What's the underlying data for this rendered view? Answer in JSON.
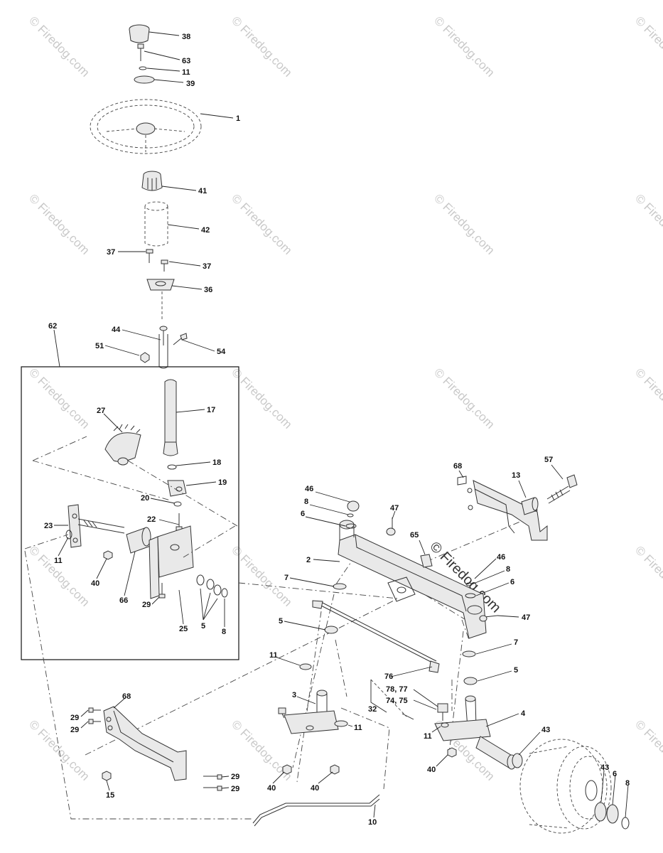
{
  "watermark": "© Firedog.com",
  "callout_labels": {
    "l38": "38",
    "l63": "63",
    "l11a": "11",
    "l39": "39",
    "l1": "1",
    "l41": "41",
    "l42": "42",
    "l37a": "37",
    "l37b": "37",
    "l36": "36",
    "l62": "62",
    "l44": "44",
    "l51": "51",
    "l54": "54",
    "l27": "27",
    "l17": "17",
    "l18": "18",
    "l19": "19",
    "l20": "20",
    "l22": "22",
    "l23": "23",
    "l11b": "11",
    "l40a": "40",
    "l66": "66",
    "l29a": "29",
    "l25": "25",
    "l5a": "5",
    "l8a": "8",
    "l68a": "68",
    "l13": "13",
    "l57": "57",
    "l46a": "46",
    "l8b": "8",
    "l6a": "6",
    "l47a": "47",
    "l2": "2",
    "l65": "65",
    "l46b": "46",
    "l8c": "8",
    "l6b": "6",
    "l47b": "47",
    "l7a": "7",
    "l5b": "5",
    "l7b": "7",
    "l5c": "5",
    "l11c": "11",
    "l76": "76",
    "l7877": "78, 77",
    "l7475": "74, 75",
    "l32": "32",
    "l3": "3",
    "l11d": "11",
    "l11e": "11",
    "l4": "4",
    "l43a": "43",
    "l40b": "40",
    "l68b": "68",
    "l29b": "29",
    "l29c": "29",
    "l15": "15",
    "l29d": "29",
    "l29e": "29",
    "l40c": "40",
    "l40d": "40",
    "l10": "10",
    "l43b": "43",
    "l6c": "6",
    "l8d": "8"
  }
}
